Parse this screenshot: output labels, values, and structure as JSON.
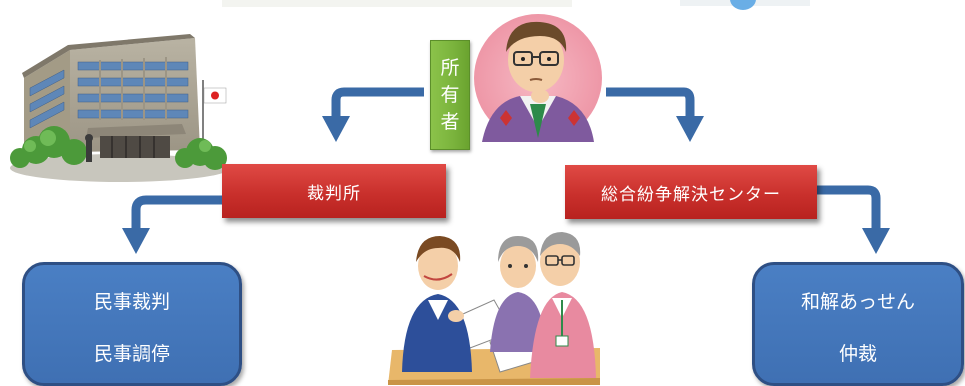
{
  "owner_label": [
    "所",
    "有",
    "者"
  ],
  "court_box": {
    "label": "裁判所"
  },
  "center_box": {
    "label": "総合紛争解決センター"
  },
  "civil_box": {
    "lines": [
      "民事裁判",
      "民事調停"
    ]
  },
  "settle_box": {
    "lines": [
      "和解あっせん",
      "仲裁"
    ]
  },
  "colors": {
    "arrow": "#3a6aa6",
    "red_box": "#c9302c",
    "blue_box": "#4379bd",
    "owner_label": "#7ab33c"
  },
  "illustrations": {
    "court_building": "court-building-illustration",
    "owner": "owner-man-illustration",
    "meeting": "meeting-people-illustration"
  }
}
